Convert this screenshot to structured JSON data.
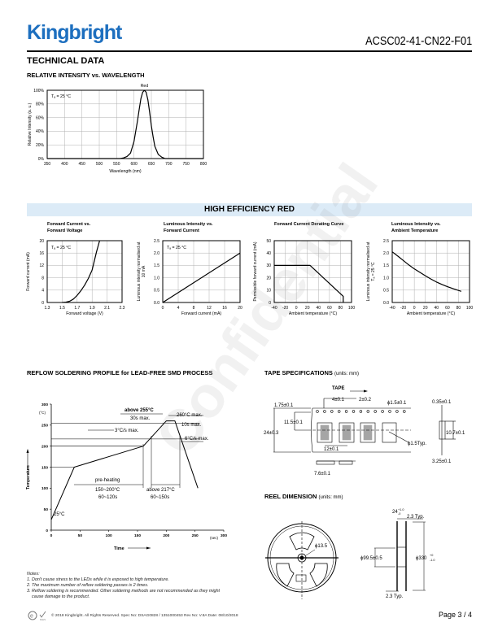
{
  "header": {
    "logo": "Kingbright",
    "part_number": "ACSC02-41-CN22-F01",
    "section": "TECHNICAL DATA"
  },
  "spectrum_heading": "RELATIVE INTENSITY vs. WAVELENGTH",
  "band_title": "HIGH EFFICIENCY RED",
  "reflow_heading": "REFLOW SOLDERING PROFILE for LEAD-FREE SMD PROCESS",
  "tape": {
    "heading": "TAPE SPECIFICATIONS",
    "units": "(units: mm)",
    "labels": {
      "tape": "TAPE",
      "d175": "1.75±0.1",
      "d4": "4±0.1",
      "d2": "2±0.2",
      "hole": "ϕ1.5±0.1",
      "d035": "0.35±0.1",
      "d115": "11.5±0.1",
      "d24": "24±0.3",
      "d107": "10.7±0.1",
      "hole_typ": "ϕ1.5Typ.",
      "d12": "12±0.1",
      "d325": "3.25±0.1",
      "d76": "7.6±0.1"
    }
  },
  "reel": {
    "heading": "REEL DIMENSION",
    "units": "(units: mm)",
    "labels": {
      "hub": "ϕ13.5",
      "width": "24",
      "width_tol_plus": "+1.0",
      "width_tol_minus": "-0",
      "flange_top": "2.3 Typ.",
      "inner": "ϕ99.5±0.5",
      "outer": "ϕ330",
      "outer_tol_plus": "+0",
      "outer_tol_minus": "-1.0",
      "flange_bottom": "2.3 Typ."
    }
  },
  "notes": {
    "title": "Notes:",
    "items": [
      "1. Don't cause stress to the LEDs while it is exposed to high temperature.",
      "2. The maximum number of reflow soldering passes is 2 times.",
      "3. Reflow soldering is recommended. Other soldering methods are not recommended as they might",
      "   cause damage to the product."
    ]
  },
  "footer": {
    "text": "© 2018 Kingbright. All Rights Reserved.   Spec No: DSAG0828 / 1351000453   Rev No: V.8A   Date: 08/10/2018",
    "page": "Page  3 / 4",
    "rohs": "RoHS"
  },
  "watermark": "Confidential",
  "colors": {
    "brand": "#1d6fbf",
    "band": "#dcebf7",
    "grid": "#b0b0b0"
  },
  "chart_data": [
    {
      "id": "spectrum",
      "type": "line",
      "title": "",
      "xlabel": "Wavelength (nm)",
      "ylabel": "Relative Intensity (a. u.)",
      "xlim": [
        350,
        800
      ],
      "ylim": [
        0,
        100
      ],
      "grid": true,
      "xticks": [
        350,
        400,
        450,
        500,
        550,
        600,
        650,
        700,
        750,
        800
      ],
      "xtick_labels": [
        "350",
        "400",
        "450",
        "500",
        "550",
        "600",
        "650",
        "700",
        "750",
        "800"
      ],
      "yticks": [
        0,
        20,
        40,
        60,
        80,
        100
      ],
      "ytick_labels": [
        "0%",
        "20%",
        "40%",
        "60%",
        "80%",
        "100%"
      ],
      "annotation": "Tₐ = 25 °C",
      "series": [
        {
          "name": "Red",
          "x": [
            350,
            560,
            570,
            580,
            590,
            600,
            610,
            615,
            620,
            625,
            630,
            635,
            640,
            645,
            650,
            655,
            660,
            670,
            680,
            690,
            800
          ],
          "y": [
            0,
            0,
            1,
            3,
            8,
            25,
            55,
            72,
            88,
            97,
            100,
            97,
            86,
            68,
            48,
            32,
            18,
            6,
            2,
            0,
            0
          ]
        }
      ]
    },
    {
      "id": "iv",
      "type": "line",
      "title": [
        "Forward Current vs.",
        "Forward Voltage"
      ],
      "xlabel": "Forward voltage (V)",
      "ylabel": [
        "Forward current (mA)"
      ],
      "xlim": [
        1.3,
        2.3
      ],
      "ylim": [
        0,
        20
      ],
      "grid": true,
      "xticks": [
        1.3,
        1.5,
        1.7,
        1.9,
        2.1,
        2.3
      ],
      "xtick_labels": [
        "1.3",
        "1.5",
        "1.7",
        "1.9",
        "2.1",
        "2.3"
      ],
      "yticks": [
        0,
        4,
        8,
        12,
        16,
        20
      ],
      "ytick_labels": [
        "0",
        "4",
        "8",
        "12",
        "16",
        "20"
      ],
      "annotation": "Tₐ = 25 °C",
      "series": [
        {
          "x": [
            1.5,
            1.55,
            1.6,
            1.65,
            1.7,
            1.75,
            1.8,
            1.85,
            1.9,
            1.93,
            1.96,
            2.0
          ],
          "y": [
            0,
            0.1,
            0.4,
            1.1,
            2.3,
            3.8,
            5.6,
            7.8,
            10.5,
            13.5,
            16.5,
            20
          ]
        }
      ]
    },
    {
      "id": "iv_lum",
      "type": "line",
      "title": [
        "Luminous Intensity vs.",
        "Forward Current"
      ],
      "xlabel": "Forward current (mA)",
      "ylabel": [
        "Luminous intensity normalised at",
        "10 mA"
      ],
      "xlim": [
        0,
        20
      ],
      "ylim": [
        0,
        2.5
      ],
      "grid": true,
      "xticks": [
        0,
        4,
        8,
        12,
        16,
        20
      ],
      "xtick_labels": [
        "0",
        "4",
        "8",
        "12",
        "16",
        "20"
      ],
      "yticks": [
        0,
        0.5,
        1,
        1.5,
        2,
        2.5
      ],
      "ytick_labels": [
        "0.0",
        "0.5",
        "1.0",
        "1.5",
        "2.0",
        "2.5"
      ],
      "annotation": "Tₐ = 25 °C",
      "series": [
        {
          "x": [
            0,
            20
          ],
          "y": [
            0,
            2.0
          ]
        }
      ]
    },
    {
      "id": "derating",
      "type": "line",
      "title": [
        "Forward Current Derating  Curve"
      ],
      "xlabel": "Ambient temperature (°C)",
      "ylabel": [
        "Permissible forward current (mA)"
      ],
      "xlim": [
        -40,
        100
      ],
      "ylim": [
        0,
        50
      ],
      "grid": true,
      "xticks": [
        -40,
        -20,
        0,
        20,
        40,
        60,
        80,
        100
      ],
      "xtick_labels": [
        "-40",
        "-20",
        "0",
        "20",
        "40",
        "60",
        "80",
        "100"
      ],
      "yticks": [
        0,
        10,
        20,
        30,
        40,
        50
      ],
      "ytick_labels": [
        "0",
        "10",
        "20",
        "30",
        "40",
        "50"
      ],
      "series": [
        {
          "x": [
            -40,
            25,
            85,
            85
          ],
          "y": [
            30,
            30,
            5,
            0
          ]
        }
      ]
    },
    {
      "id": "temp_lum",
      "type": "line",
      "title": [
        "Luminous Intensity vs.",
        "Ambient Temperature"
      ],
      "xlabel": "Ambient temperature (°C)",
      "ylabel": [
        "Luminous intensity normalised at",
        "Tₐ = 25 °C"
      ],
      "xlim": [
        -40,
        100
      ],
      "ylim": [
        0,
        2.5
      ],
      "grid": true,
      "xticks": [
        -40,
        -20,
        0,
        20,
        40,
        60,
        80,
        100
      ],
      "xtick_labels": [
        "-40",
        "-20",
        "0",
        "20",
        "40",
        "60",
        "80",
        "100"
      ],
      "yticks": [
        0,
        0.5,
        1,
        1.5,
        2,
        2.5
      ],
      "ytick_labels": [
        "0.0",
        "0.5",
        "1.0",
        "1.5",
        "2.0",
        "2.5"
      ],
      "series": [
        {
          "x": [
            -40,
            -30,
            -20,
            -10,
            0,
            10,
            20,
            30,
            40,
            50,
            60,
            70,
            85
          ],
          "y": [
            2.05,
            1.88,
            1.7,
            1.52,
            1.36,
            1.22,
            1.08,
            0.95,
            0.83,
            0.73,
            0.64,
            0.56,
            0.45
          ]
        }
      ]
    },
    {
      "id": "reflow",
      "type": "line",
      "title": "",
      "xlabel": "Time",
      "ylabel": [
        "Temperature"
      ],
      "xunit": "(sec)",
      "yunit": "(°C)",
      "xlim": [
        0,
        300
      ],
      "ylim": [
        0,
        300
      ],
      "grid": false,
      "xticks": [
        0,
        50,
        100,
        150,
        200,
        250,
        300
      ],
      "xtick_labels": [
        "0",
        "50",
        "100",
        "150",
        "200",
        "250",
        "300"
      ],
      "yticks": [
        0,
        50,
        100,
        150,
        200,
        250,
        300
      ],
      "ytick_labels": [
        "0",
        "50",
        "100",
        "150",
        "200",
        "250",
        "300"
      ],
      "reference_lines": [
        255,
        217,
        200,
        150
      ],
      "series": [
        {
          "x": [
            0,
            40,
            160,
            200,
            215,
            255
          ],
          "y": [
            25,
            150,
            200,
            260,
            260,
            100
          ]
        }
      ],
      "annotations": {
        "a255": "above 255°C",
        "a30s": "30s max.",
        "a260": "260°C max.",
        "a10s": "10s max.",
        "ramp_up": "3°C/s max.",
        "ramp_down": "6°C/s max.",
        "preheat": "pre-heating",
        "preheat_temp": "150~200°C",
        "preheat_time": "60~120s",
        "a217": "above 217°C",
        "a217_time": "60~150s",
        "start": "25°C"
      }
    }
  ]
}
